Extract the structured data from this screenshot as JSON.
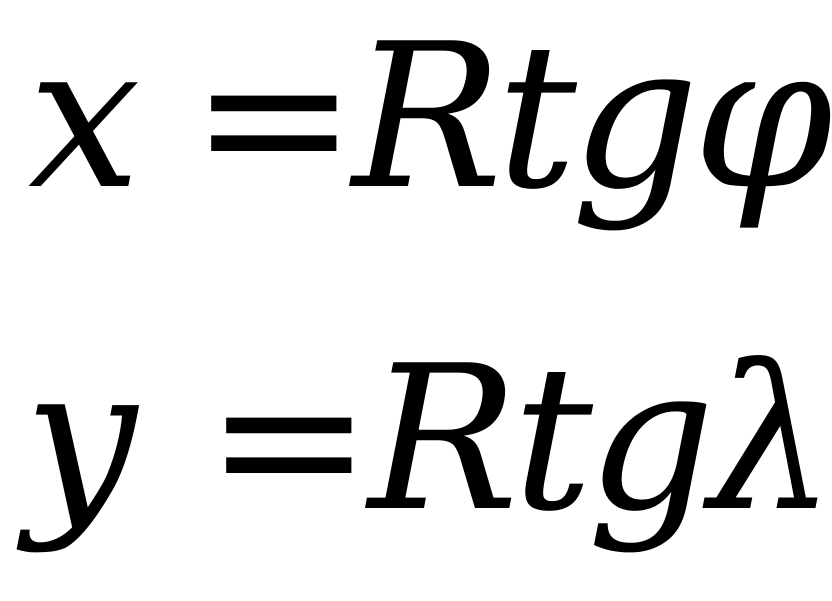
{
  "equations": [
    {
      "lhs": "x",
      "equals": "=",
      "rhs": "Rtgφ"
    },
    {
      "lhs": "y",
      "equals": "=",
      "rhs": "Rtgλ"
    }
  ]
}
